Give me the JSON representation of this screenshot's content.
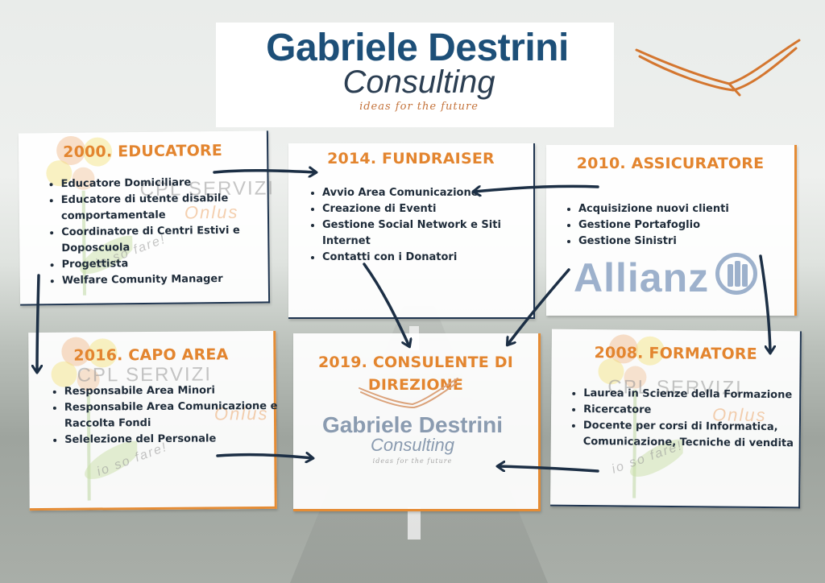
{
  "header": {
    "logo_title": "Gabriele Destrini",
    "logo_subtitle": "Consulting",
    "logo_tagline": "ideas for the future"
  },
  "watermark": {
    "org": "CPL SERVIZI",
    "onlus": "Onlus",
    "motto": "io so fare!"
  },
  "cards": {
    "educatore": {
      "title": "2000. EDUCATORE",
      "items": [
        "Educatore Domiciliare",
        "Educatore di utente disabile comportamentale",
        "Coordinatore di Centri Estivi e Doposcuola",
        "Progettista",
        "Welfare Comunity Manager"
      ]
    },
    "fundraiser": {
      "title": "2014. FUNDRAISER",
      "items": [
        "Avvio Area Comunicazione",
        "Creazione di Eventi",
        "Gestione Social Network e Siti Internet",
        "Contatti con i Donatori"
      ]
    },
    "assicuratore": {
      "title": "2010. ASSICURATORE",
      "items": [
        "Acquisizione nuovi clienti",
        "Gestione Portafoglio",
        "Gestione Sinistri"
      ],
      "brand": "Allianz"
    },
    "capo_area": {
      "title": "2016. CAPO AREA",
      "items": [
        "Responsabile Area Minori",
        "Responsabile Area Comunicazione e Raccolta Fondi",
        "Selelezione del Personale"
      ]
    },
    "consulente": {
      "title_line1": "2019. CONSULENTE DI",
      "title_line2": "DIREZIONE",
      "logo_title": "Gabriele Destrini",
      "logo_subtitle": "Consulting",
      "logo_tagline": "ideas for the future"
    },
    "formatore": {
      "title": "2008. FORMATORE",
      "items": [
        "Laurea in Scienze della Formazione",
        "Ricercatore",
        "Docente per corsi di Informatica, Comunicazione, Tecniche di vendita"
      ]
    }
  },
  "colors": {
    "accent_orange": "#e3852f",
    "navy": "#1f3550",
    "logo_blue": "#1d4f78"
  },
  "icons": [
    "seagull-icon",
    "flower-watermark-icon",
    "allianz-logo-icon"
  ]
}
